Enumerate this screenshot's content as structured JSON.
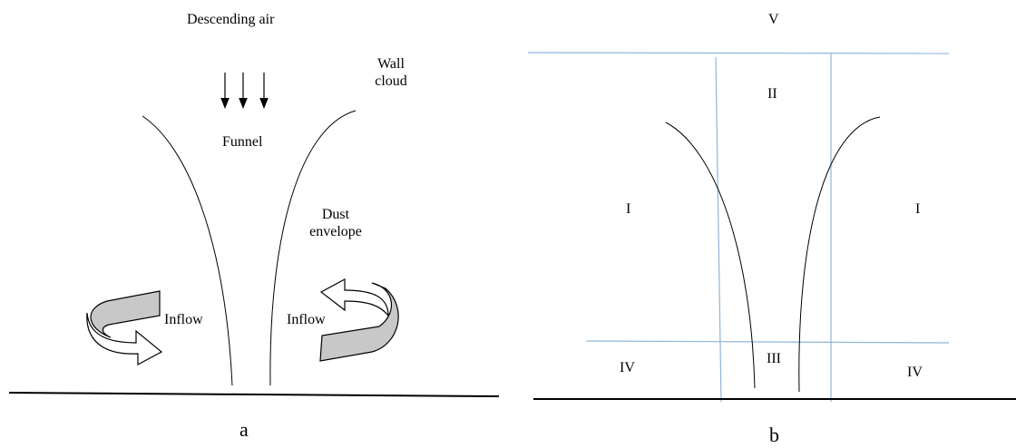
{
  "panel_a": {
    "label": "a",
    "descending_air": "Descending air",
    "wall_cloud_line1": "Wall",
    "wall_cloud_line2": "cloud",
    "funnel": "Funnel",
    "dust_line1": "Dust",
    "dust_line2": "envelope",
    "inflow_left": "Inflow",
    "inflow_right": "Inflow"
  },
  "panel_b": {
    "label": "b",
    "region_top": "V",
    "region_core_upper": "II",
    "region_outer_left": "I",
    "region_outer_right": "I",
    "region_corner_left": "IV",
    "region_corner_right": "IV",
    "region_core_lower": "III"
  },
  "colors": {
    "line": "#000000",
    "region_lines": "#8fb4d8",
    "arrow_fill": "#c8c8c8",
    "arrow_face": "#ffffff"
  }
}
